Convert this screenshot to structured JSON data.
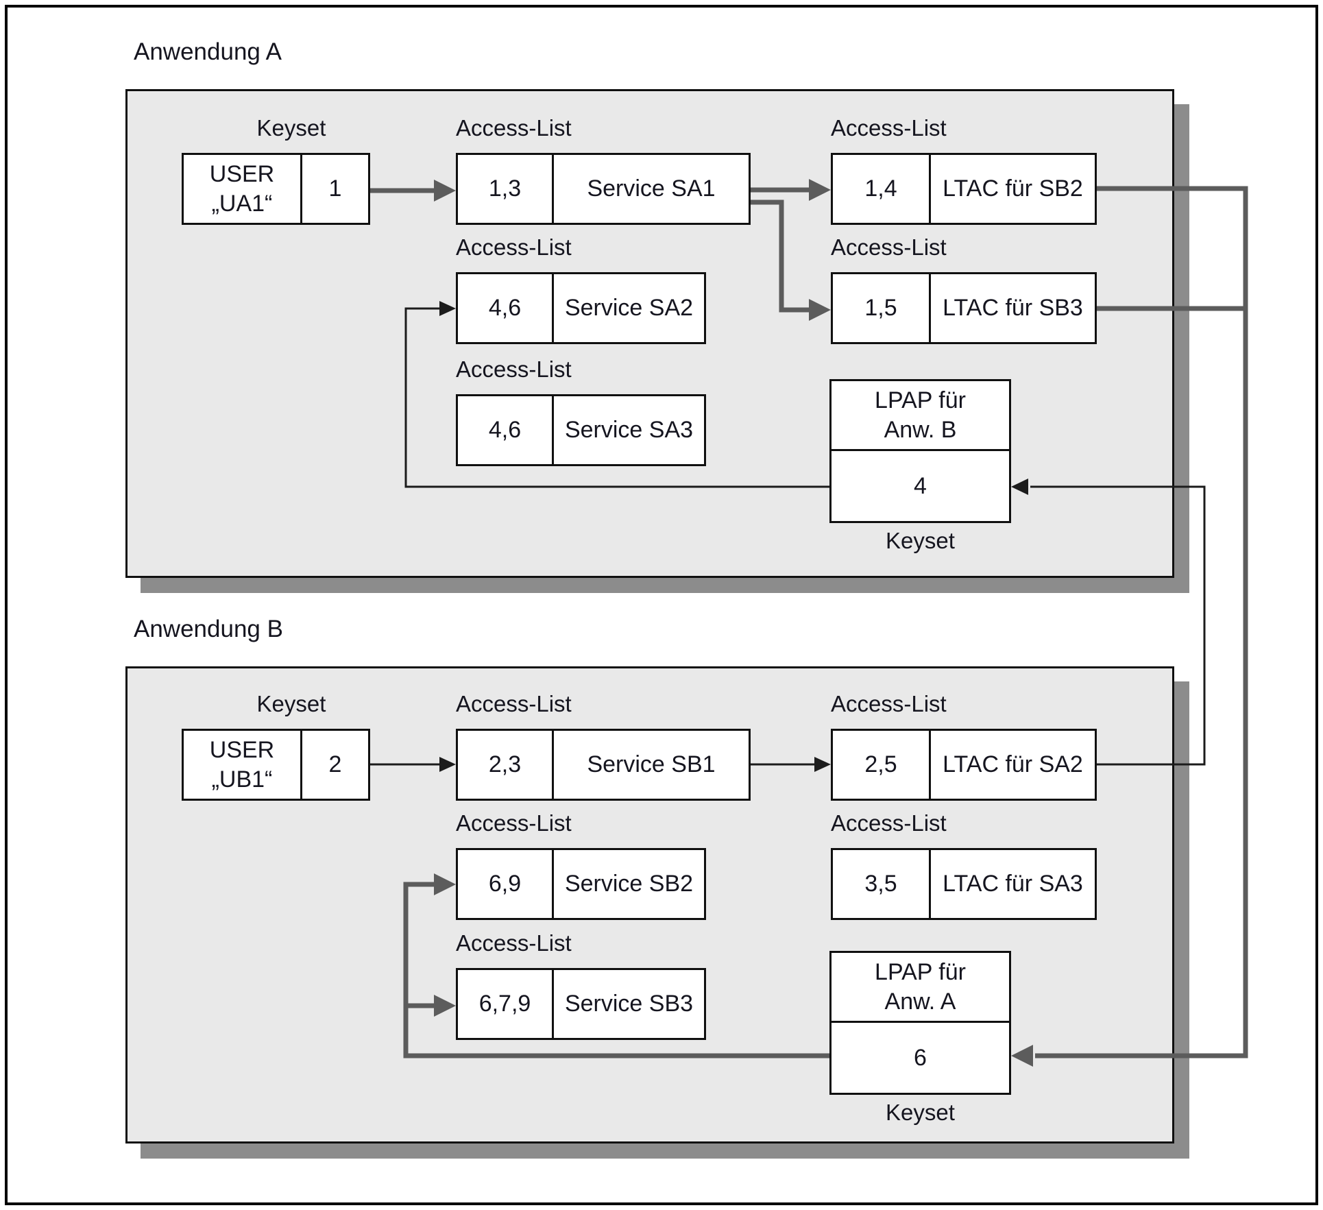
{
  "colors": {
    "page_bg": "#ffffff",
    "panel_fill": "#e9e9e9",
    "panel_border": "#101010",
    "panel_shadow": "#8c8c8c",
    "box_fill": "#ffffff",
    "connector_thick": "#5c5c5c",
    "connector_thin": "#1c1c1c",
    "text": "#15151f"
  },
  "apps": [
    {
      "title": "Anwendung A",
      "user": {
        "name_line1": "USER",
        "name_line2": "„UA1“",
        "keyset_label": "Keyset",
        "keyset_value": "1"
      },
      "services": [
        {
          "heading": "Access-List",
          "keys": "1,3",
          "label": "Service SA1"
        },
        {
          "heading": "Access-List",
          "keys": "4,6",
          "label": "Service SA2"
        },
        {
          "heading": "Access-List",
          "keys": "4,6",
          "label": "Service SA3"
        }
      ],
      "ltacs": [
        {
          "heading": "Access-List",
          "keys": "1,4",
          "label": "LTAC für SB2"
        },
        {
          "heading": "Access-List",
          "keys": "1,5",
          "label": "LTAC für SB3"
        }
      ],
      "lpap": {
        "line1": "LPAP für",
        "line2": "Anw. B",
        "keyset_value": "4",
        "keyset_label": "Keyset"
      }
    },
    {
      "title": "Anwendung B",
      "user": {
        "name_line1": "USER",
        "name_line2": "„UB1“",
        "keyset_label": "Keyset",
        "keyset_value": "2"
      },
      "services": [
        {
          "heading": "Access-List",
          "keys": "2,3",
          "label": "Service SB1"
        },
        {
          "heading": "Access-List",
          "keys": "6,9",
          "label": "Service SB2"
        },
        {
          "heading": "Access-List",
          "keys": "6,7,9",
          "label": "Service SB3"
        }
      ],
      "ltacs": [
        {
          "heading": "Access-List",
          "keys": "2,5",
          "label": "LTAC für SA2"
        },
        {
          "heading": "Access-List",
          "keys": "3,5",
          "label": "LTAC für SA3"
        }
      ],
      "lpap": {
        "line1": "LPAP für",
        "line2": "Anw. A",
        "keyset_value": "6",
        "keyset_label": "Keyset"
      }
    }
  ]
}
